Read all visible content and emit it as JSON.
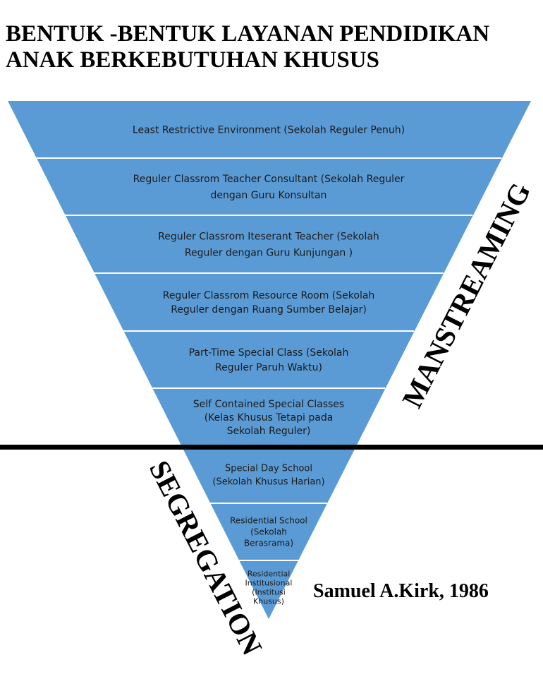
{
  "title": {
    "line1": "BENTUK -BENTUK LAYANAN PENDIDIKAN",
    "line2": "ANAK BERKEBUTUHAN KHUSUS"
  },
  "colors": {
    "fill": "#5b9bd5",
    "divider": "#ffffff",
    "boundary": "#000000"
  },
  "levels": [
    {
      "lines": [
        "Least Restrictive Environment  (Sekolah  Reguler Penuh)"
      ]
    },
    {
      "lines": [
        "Reguler Classrom Teacher Consultant (Sekolah  Reguler",
        "dengan Guru Konsultan"
      ]
    },
    {
      "lines": [
        "Reguler Classrom Iteserant Teacher (Sekolah",
        "Reguler dengan Guru Kunjungan )"
      ]
    },
    {
      "lines": [
        "Reguler Classrom Resource Room (Sekolah",
        "Reguler dengan Ruang Sumber Belajar)"
      ]
    },
    {
      "lines": [
        "Part-Time Special Class (Sekolah",
        "Reguler Paruh Waktu)"
      ]
    },
    {
      "lines": [
        "Self Contained  Special Classes",
        "(Kelas Khusus  Tetapi pada",
        "Sekolah  Reguler)"
      ]
    },
    {
      "lines": [
        "Special Day School",
        "(Sekolah Khusus Harian)"
      ]
    },
    {
      "lines": [
        "Residential School",
        "(Sekolah",
        "Berasrama)"
      ]
    },
    {
      "lines": [
        "Residential",
        "Institusional",
        "(Institusi",
        "Khusus)"
      ]
    }
  ],
  "side_labels": {
    "mainstream": "MANSTREAMING",
    "segregation": "SEGREGATION"
  },
  "citation": "Samuel A.Kirk, 1986"
}
